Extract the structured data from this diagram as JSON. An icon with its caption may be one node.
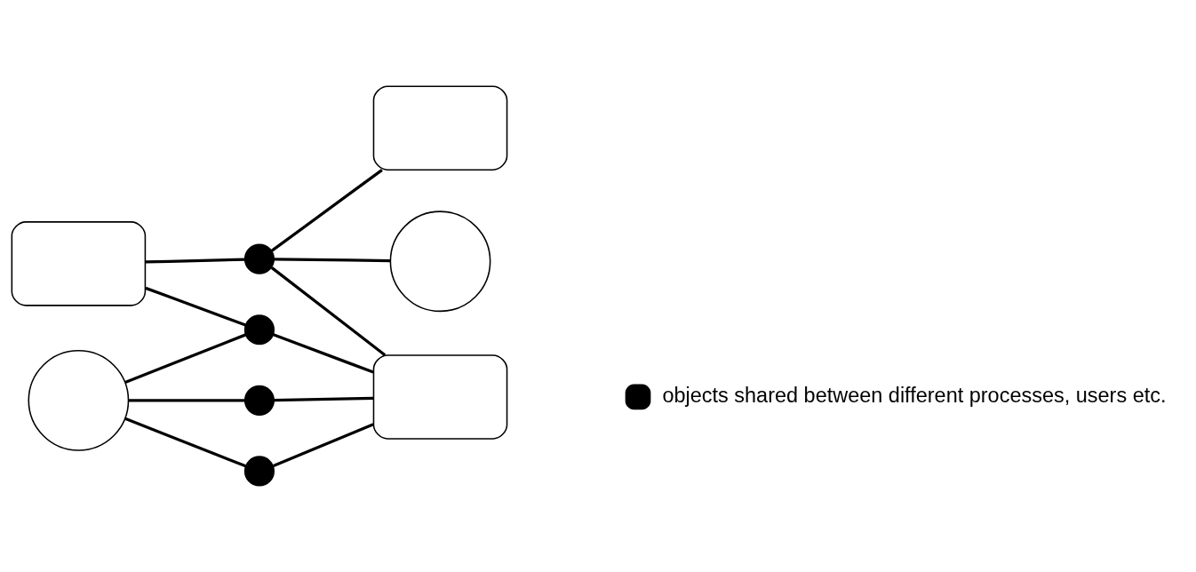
{
  "diagram": {
    "nodes": [
      {
        "text": [],
        "shape": "box"
      },
      {
        "text": [],
        "shape": "box"
      },
      {
        "text": [],
        "shape": "box"
      },
      {
        "text": [],
        "shape": "circle"
      },
      {
        "text": [],
        "shape": "circle"
      },
      {
        "text": [],
        "shape": "dot"
      },
      {
        "text": [],
        "shape": "dot"
      },
      {
        "text": [],
        "shape": "dot"
      },
      {
        "text": [],
        "shape": "dot"
      }
    ],
    "edges": [
      {
        "from": 0,
        "to": 5,
        "arrow": "none"
      },
      {
        "from": 5,
        "to": 1,
        "arrow": "none"
      },
      {
        "from": 5,
        "to": 4,
        "arrow": "none"
      },
      {
        "from": 5,
        "to": 2,
        "arrow": "none"
      },
      {
        "from": 0,
        "to": 6,
        "arrow": "none"
      },
      {
        "from": 6,
        "to": 3,
        "arrow": "none"
      },
      {
        "from": 6,
        "to": 2,
        "arrow": "none"
      },
      {
        "from": 7,
        "to": 3,
        "arrow": "none"
      },
      {
        "from": 7,
        "to": 2,
        "arrow": "none"
      },
      {
        "from": 8,
        "to": 3,
        "arrow": "none"
      },
      {
        "from": 8,
        "to": 2,
        "arrow": "none"
      }
    ],
    "legend": [
      {
        "text": "objects shared between different processes, users etc."
      }
    ]
  }
}
